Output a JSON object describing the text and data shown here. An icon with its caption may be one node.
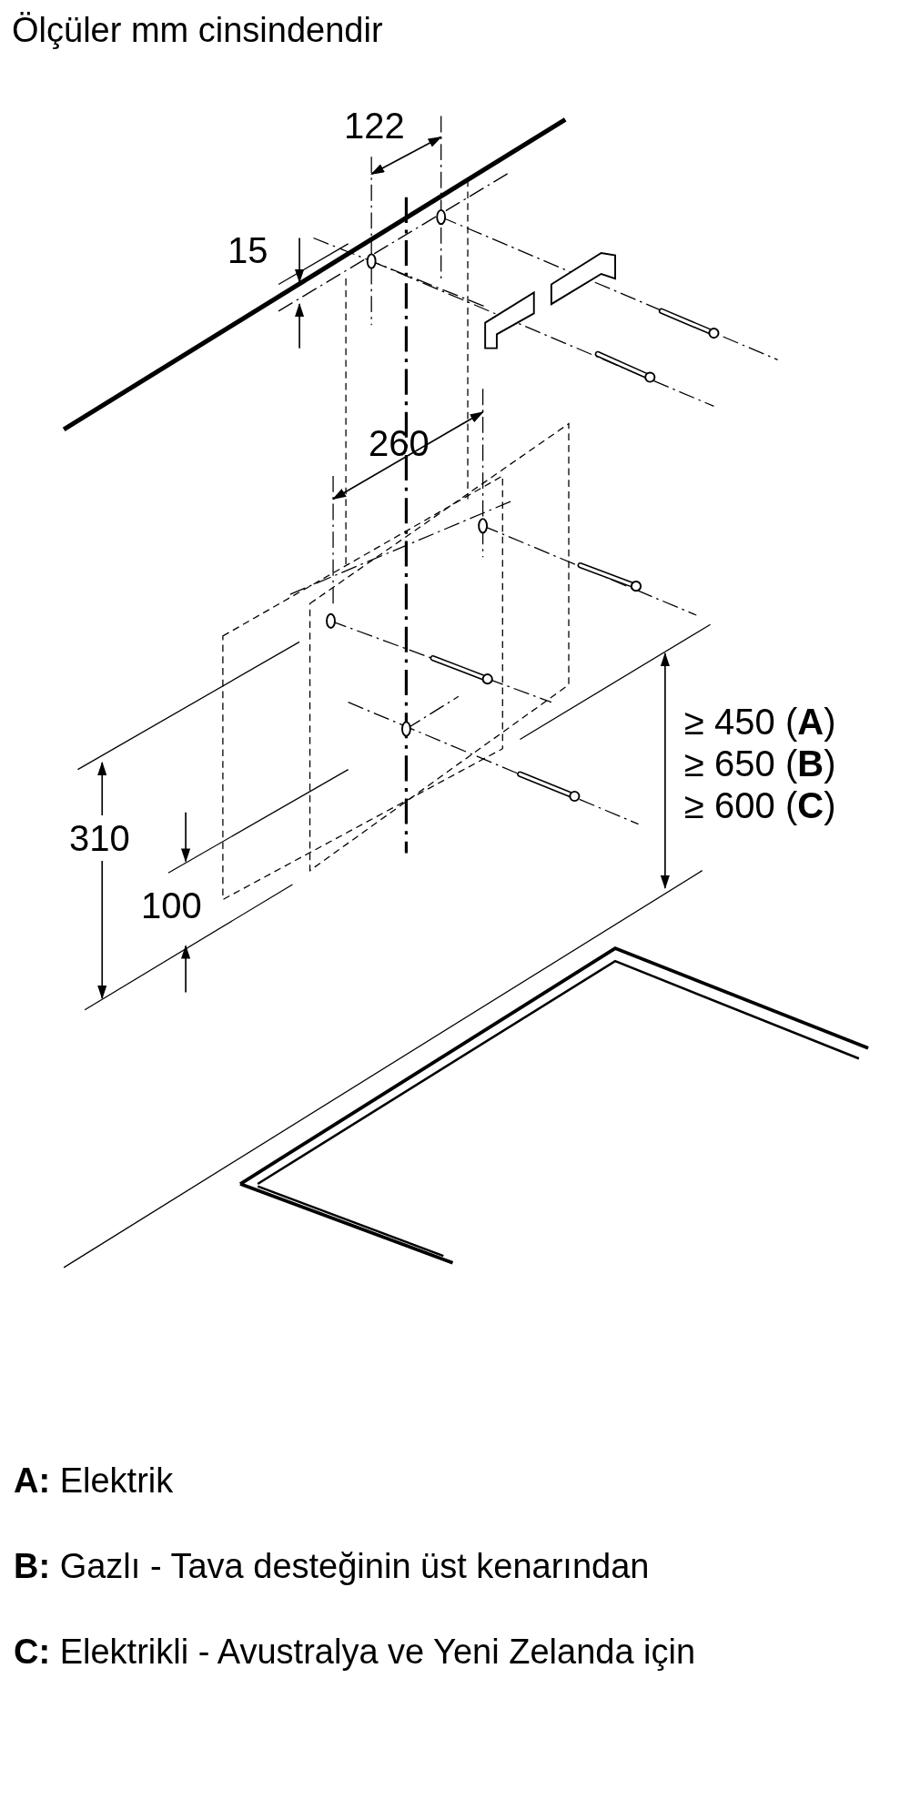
{
  "diagram": {
    "title": "Ölçüler mm cinsindendir",
    "labels": [
      "122",
      "15",
      "260",
      "310",
      "100",
      "≥ 450 (**A**)",
      "≥ 650 (**B**)",
      "≥ 600 (**C**)",
      "**A:** Elektrik",
      "**B:** Gazlı - Tava desteğinin üst kenarından",
      "**C:** Elektrikli - Avustralya ve Yeni Zelanda için"
    ]
  }
}
